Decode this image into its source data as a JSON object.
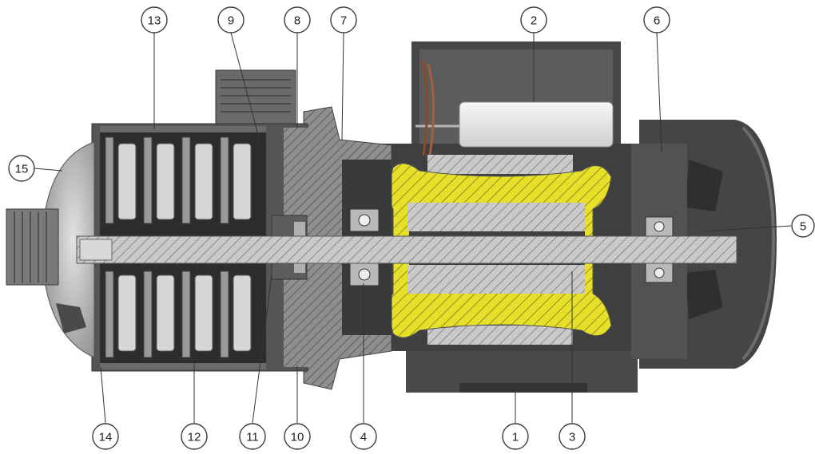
{
  "callouts": [
    {
      "id": "1",
      "label": "1"
    },
    {
      "id": "2",
      "label": "2"
    },
    {
      "id": "3",
      "label": "3"
    },
    {
      "id": "4",
      "label": "4"
    },
    {
      "id": "5",
      "label": "5"
    },
    {
      "id": "6",
      "label": "6"
    },
    {
      "id": "7",
      "label": "7"
    },
    {
      "id": "8",
      "label": "8"
    },
    {
      "id": "9",
      "label": "9"
    },
    {
      "id": "10",
      "label": "10"
    },
    {
      "id": "11",
      "label": "11"
    },
    {
      "id": "12",
      "label": "12"
    },
    {
      "id": "13",
      "label": "13"
    },
    {
      "id": "14",
      "label": "14"
    },
    {
      "id": "15",
      "label": "15"
    }
  ],
  "colors": {
    "housing_dark": "#3b3b3b",
    "housing_mid": "#5a5a5a",
    "section_hatch": "#9a9a9a",
    "winding_yellow": "#e6e02a",
    "shaft": "#c8c8c8",
    "capacitor": "#ececec"
  }
}
